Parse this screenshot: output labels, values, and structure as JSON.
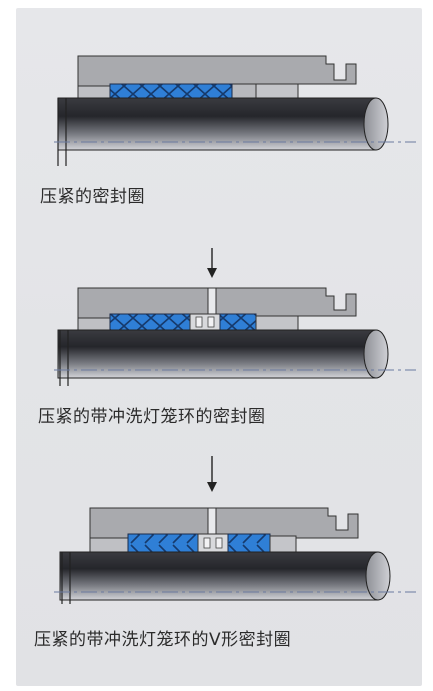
{
  "figures": [
    {
      "caption": "压紧的密封圈",
      "packing": "braided",
      "lantern_ring": false,
      "flush_arrow": false
    },
    {
      "caption": "压紧的带冲洗灯笼环的密封圈",
      "packing": "braided",
      "lantern_ring": true,
      "flush_arrow": true
    },
    {
      "caption": "压紧的带冲洗灯笼环的V形密封圈",
      "packing": "v-shaped",
      "lantern_ring": true,
      "flush_arrow": true
    }
  ],
  "colors": {
    "panel": "#e3e4e7",
    "housing": "#a8a9ad",
    "shaft_dark": "#2a2b30",
    "shaft_mid": "#6d6f76",
    "shaft_light": "#c9cacf",
    "packing": "#2f7fd6",
    "packing_pattern": "#173a6e",
    "centerline": "#6a7aa0",
    "outline": "#222222"
  }
}
